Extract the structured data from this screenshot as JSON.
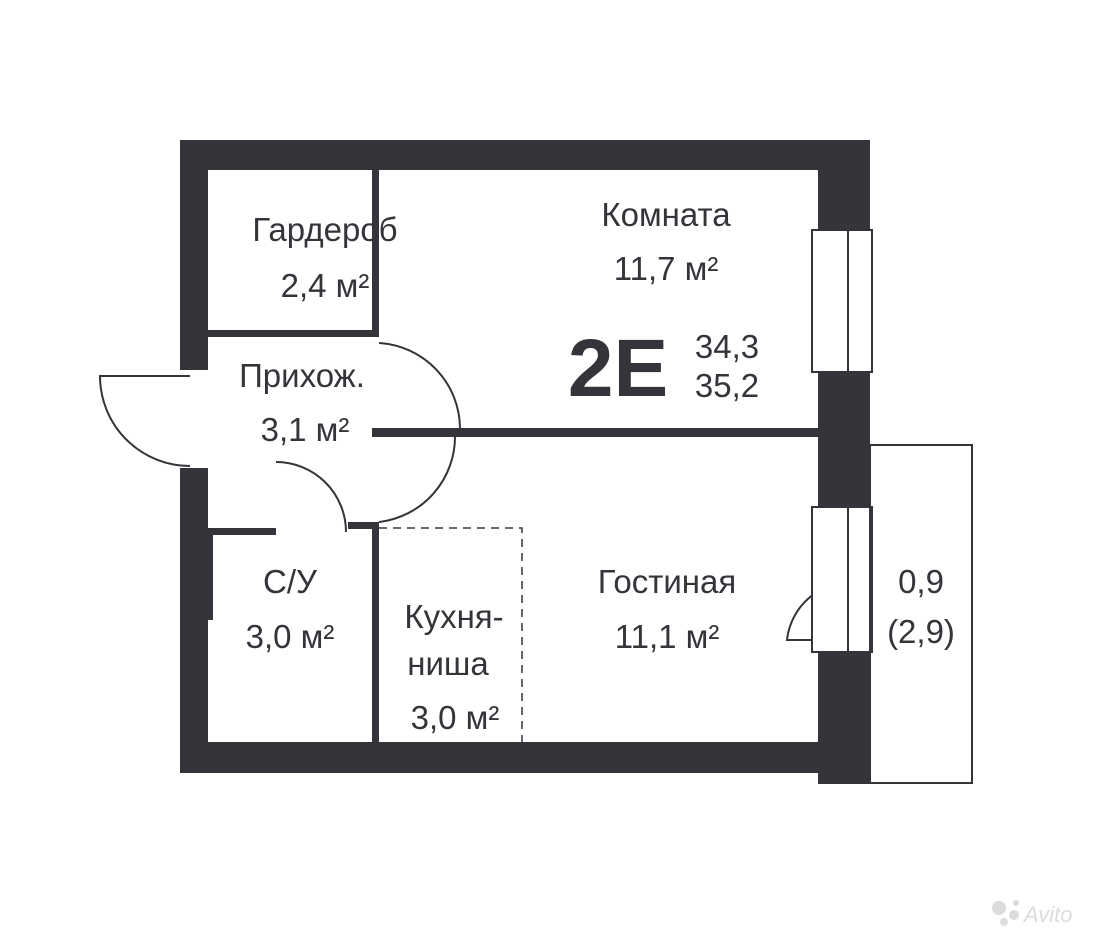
{
  "plan": {
    "code": "2E",
    "area_total": "34,3",
    "area_with_balcony": "35,2"
  },
  "rooms": {
    "wardrobe": {
      "name": "Гардероб",
      "area": "2,4 м²"
    },
    "room": {
      "name": "Комната",
      "area": "11,7 м²"
    },
    "hall": {
      "name": "Прихож.",
      "area": "3,1 м²"
    },
    "bath": {
      "name": "С/У",
      "area": "3,0 м²"
    },
    "kitchen": {
      "name_line1": "Кухня-",
      "name_line2": "ниша",
      "area": "3,0 м²"
    },
    "living": {
      "name": "Гостиная",
      "area": "11,1 м²"
    },
    "balcony": {
      "area": "0,9",
      "area_full": "(2,9)"
    }
  },
  "watermark": {
    "text": "Avito",
    "icon": "avito-logo-icon"
  },
  "colors": {
    "wall": "#34353a",
    "background": "#ffffff"
  }
}
